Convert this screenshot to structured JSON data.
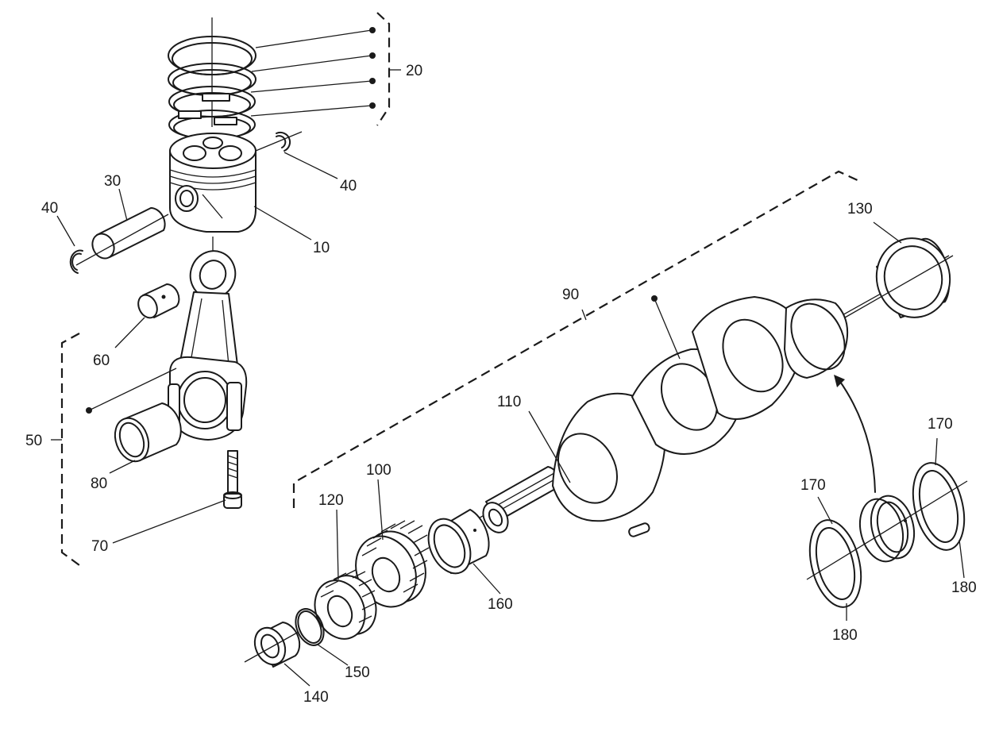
{
  "diagram": {
    "callouts": {
      "c10": "10",
      "c20": "20",
      "c30": "30",
      "c40_left": "40",
      "c40_right": "40",
      "c50": "50",
      "c60": "60",
      "c70": "70",
      "c80": "80",
      "c90": "90",
      "c100": "100",
      "c110": "110",
      "c120": "120",
      "c130": "130",
      "c140": "140",
      "c150": "150",
      "c160": "160",
      "c170_left": "170",
      "c170_right": "170",
      "c180_left": "180",
      "c180_right": "180"
    },
    "line_color": "#1a1a1a",
    "background": "#ffffff"
  }
}
